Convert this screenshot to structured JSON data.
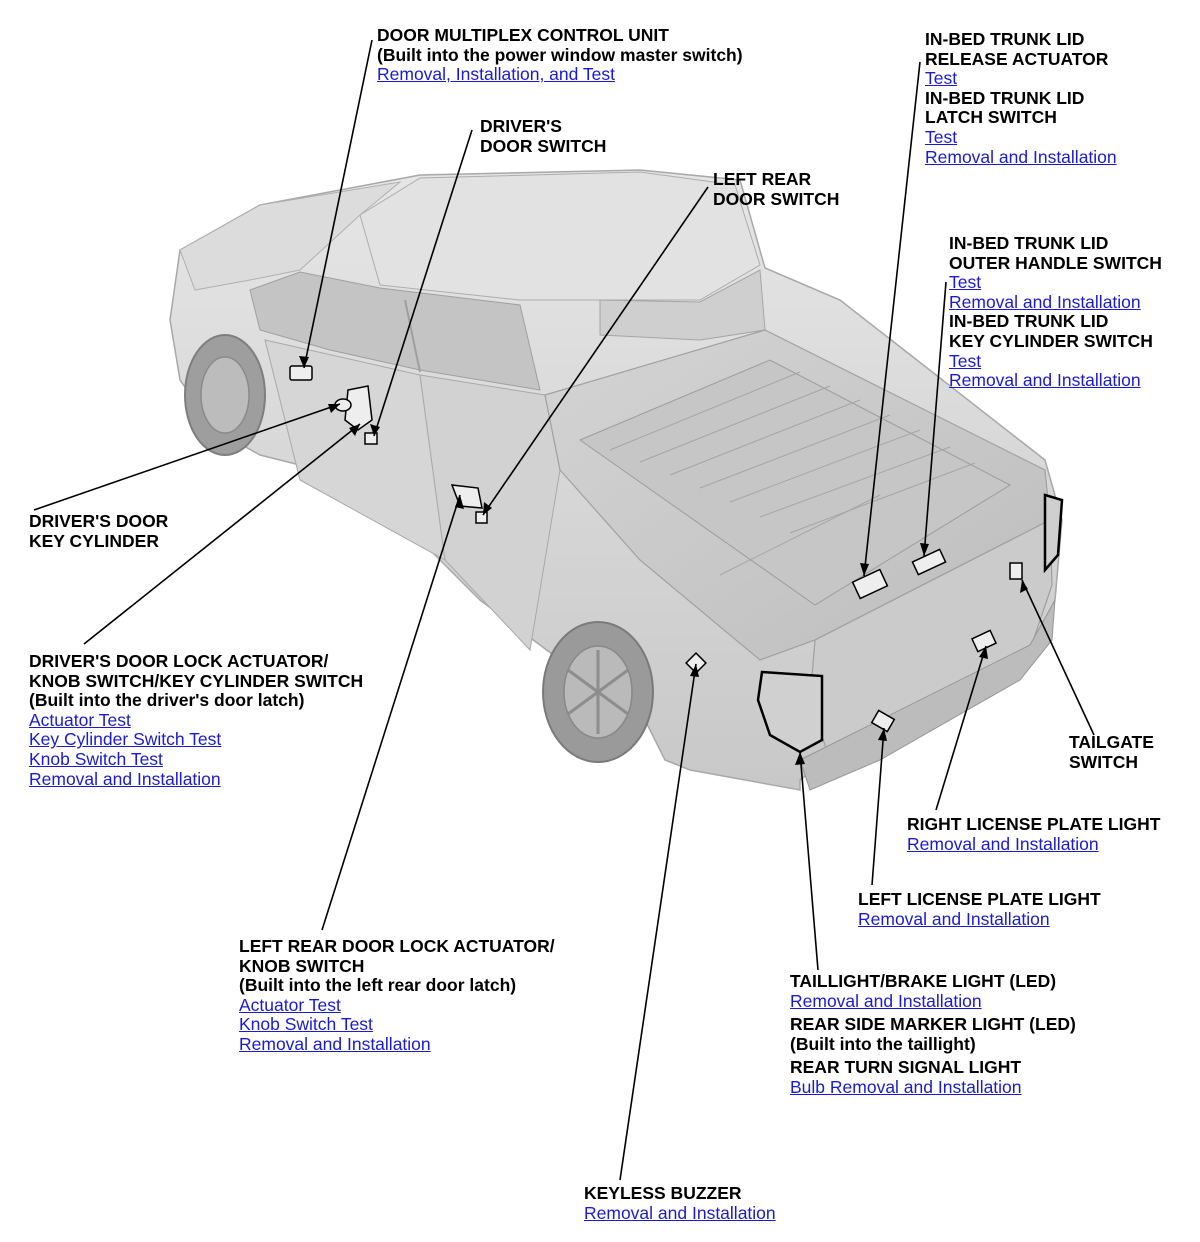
{
  "callouts": {
    "door_multiplex": {
      "title": "DOOR MULTIPLEX CONTROL UNIT",
      "note": "(Built into the power window master switch)",
      "links": [
        "Removal, Installation, and Test"
      ]
    },
    "drivers_door_switch": {
      "title_lines": [
        "DRIVER'S",
        "DOOR SWITCH"
      ]
    },
    "left_rear_door_switch": {
      "title_lines": [
        "LEFT REAR",
        "DOOR SWITCH"
      ]
    },
    "release_actuator": {
      "title_lines": [
        "IN-BED TRUNK LID",
        "RELEASE ACTUATOR"
      ],
      "links": [
        "Test"
      ]
    },
    "latch_switch": {
      "title_lines": [
        "IN-BED TRUNK LID",
        "LATCH SWITCH"
      ],
      "links": [
        "Test",
        "Removal and Installation"
      ]
    },
    "outer_handle_switch": {
      "title_lines": [
        "IN-BED TRUNK LID",
        "OUTER HANDLE SWITCH"
      ],
      "links": [
        "Test",
        "Removal and Installation"
      ]
    },
    "key_cylinder_switch": {
      "title_lines": [
        "IN-BED TRUNK LID",
        "KEY CYLINDER SWITCH"
      ],
      "links": [
        "Test",
        "Removal and Installation"
      ]
    },
    "drivers_door_key_cylinder": {
      "title_lines": [
        "DRIVER'S DOOR",
        "KEY CYLINDER"
      ]
    },
    "drivers_door_lock_actuator": {
      "title_lines": [
        "DRIVER'S DOOR LOCK ACTUATOR/",
        "KNOB SWITCH/KEY CYLINDER SWITCH"
      ],
      "note": "(Built into the driver's door latch)",
      "links": [
        "Actuator Test",
        "Key Cylinder Switch Test",
        "Knob Switch Test",
        "Removal and Installation"
      ]
    },
    "tailgate_switch": {
      "title_lines": [
        "TAILGATE",
        "SWITCH"
      ]
    },
    "right_license_plate_light": {
      "title": "RIGHT LICENSE PLATE LIGHT",
      "links": [
        "Removal and Installation"
      ]
    },
    "left_license_plate_light": {
      "title": "LEFT LICENSE PLATE LIGHT",
      "links": [
        "Removal and Installation"
      ]
    },
    "left_rear_door_lock_actuator": {
      "title_lines": [
        "LEFT REAR DOOR LOCK ACTUATOR/",
        "KNOB SWITCH"
      ],
      "note": "(Built into the left rear door latch)",
      "links": [
        "Actuator Test",
        "Knob Switch Test",
        "Removal and Installation"
      ]
    },
    "taillight": {
      "title": "TAILLIGHT/BRAKE LIGHT (LED)",
      "links": [
        "Removal and Installation"
      ],
      "title2": "REAR SIDE MARKER LIGHT (LED)",
      "note2": "(Built into the taillight)",
      "title3": "REAR TURN SIGNAL LIGHT",
      "links3": [
        "Bulb Removal and Installation"
      ]
    },
    "keyless_buzzer": {
      "title": "KEYLESS BUZZER",
      "links": [
        "Removal and Installation"
      ]
    }
  },
  "colors": {
    "link": "#1a1ad6",
    "truck_body": "#d9d9d9",
    "truck_shadow": "#b5b5b5",
    "leader": "#000000"
  }
}
